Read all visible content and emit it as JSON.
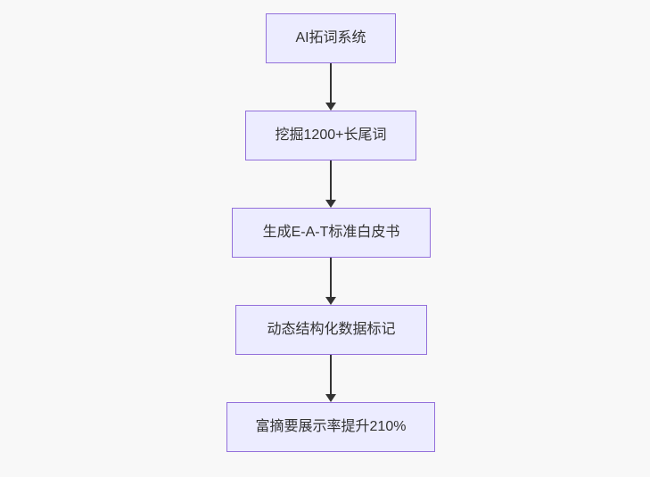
{
  "flowchart": {
    "type": "flowchart-vertical",
    "nodes": [
      {
        "label": "AI拓词系统"
      },
      {
        "label": "挖掘1200+长尾词"
      },
      {
        "label": "生成E-A-T标准白皮书"
      },
      {
        "label": "动态结构化数据标记"
      },
      {
        "label": "富摘要展示率提升210%"
      }
    ],
    "edges": [
      {
        "from": 0,
        "to": 1
      },
      {
        "from": 1,
        "to": 2
      },
      {
        "from": 2,
        "to": 3
      },
      {
        "from": 3,
        "to": 4
      }
    ]
  },
  "colors": {
    "background": "#f8f8f8",
    "node_fill": "#ECECFF",
    "node_border": "#9370DB",
    "arrow": "#333333",
    "text": "#333333"
  }
}
